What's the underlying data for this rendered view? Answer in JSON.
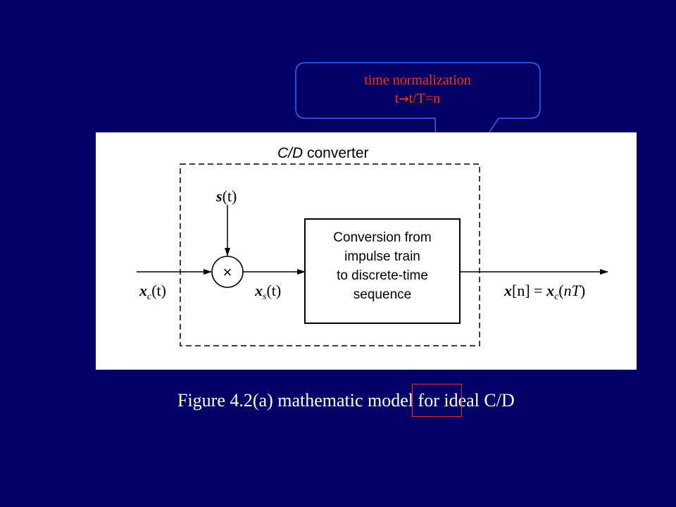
{
  "callout": {
    "line1": "time normalization",
    "line2_start": "t",
    "line2_arrow": "→",
    "line2_end": "t/T=n",
    "text_color": "#ff3300",
    "border_color": "#3366ff"
  },
  "diagram": {
    "converter_title_italic": "C/D",
    "converter_title_rest": " converter",
    "input_label": {
      "main": "x",
      "sub": "c",
      "arg": "(t)"
    },
    "sampling_label": {
      "main": "s",
      "arg": "(t)"
    },
    "sampled_label": {
      "main": "x",
      "sub": "s",
      "arg": "(t)"
    },
    "multiplier_symbol": "×",
    "block_lines": [
      "Conversion from",
      "impulse train",
      "to discrete-time",
      "sequence"
    ],
    "output_label": {
      "left": "x",
      "bracket_arg": "[n]",
      "equals": " = ",
      "right": "x",
      "sub": "c",
      "arg_open": "(",
      "arg_n": "n",
      "arg_T": "T",
      "arg_close": ")"
    }
  },
  "caption": {
    "text_before": "Figure 4.2(a) mathematic ",
    "highlighted": "model",
    "text_after": " for ideal C/D",
    "highlight_color": "#e03030"
  },
  "colors": {
    "background": "#000066",
    "panel": "#ffffff"
  }
}
